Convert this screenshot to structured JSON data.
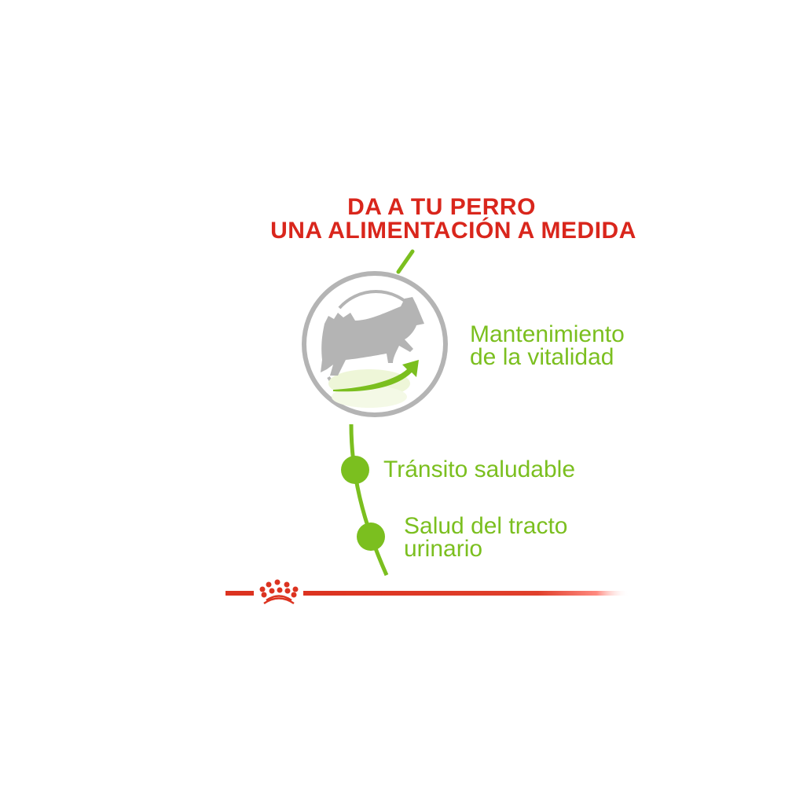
{
  "headline": {
    "line1": "DA A TU PERRO",
    "line2": "UNA ALIMENTACIÓN A MEDIDA"
  },
  "benefits": [
    {
      "line1": "Mantenimiento",
      "line2": "de la vitalidad",
      "icon": "jumping-dog-icon"
    },
    {
      "line1": "Tránsito saludable",
      "icon": "green-dot-icon"
    },
    {
      "line1": "Salud del tracto",
      "line2": "urinario",
      "icon": "green-dot-icon"
    }
  ],
  "brand": {
    "logo": "royal-canin-crown-logo"
  },
  "colors": {
    "red": "#d9261c",
    "green": "#7bbf1f",
    "gray": "#b4b4b4"
  }
}
